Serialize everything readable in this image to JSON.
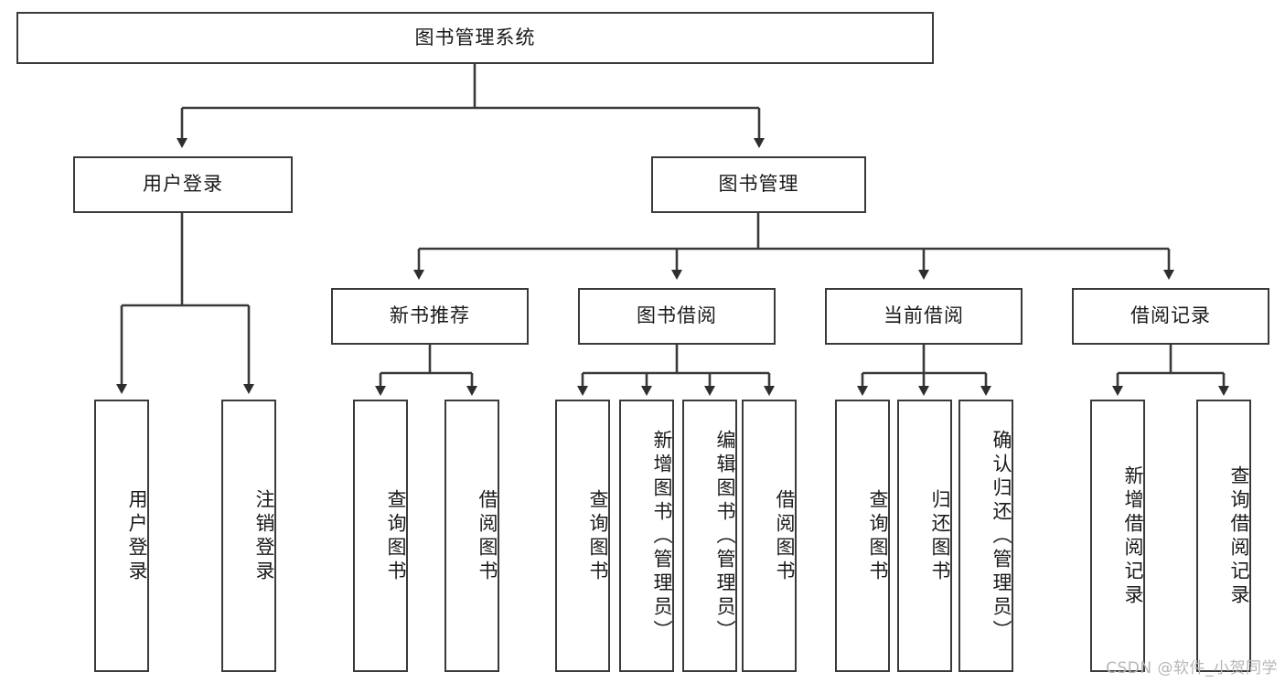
{
  "diagram": {
    "title": "图书管理系统",
    "type": "tree",
    "watermark": "CSDN @软件_小贺同学",
    "line_color": "#3a3a3a",
    "box_fill": "#ffffff",
    "text_color": "#1a1a1a"
  },
  "nodes": {
    "root": {
      "label": "图书管理系统"
    },
    "level2": [
      {
        "label": "用户登录"
      },
      {
        "label": "图书管理"
      }
    ],
    "level3": [
      {
        "label": "新书推荐"
      },
      {
        "label": "图书借阅"
      },
      {
        "label": "当前借阅"
      },
      {
        "label": "借阅记录"
      }
    ],
    "leaves": {
      "user_login": [
        {
          "label": "用户登录"
        },
        {
          "label": "注销登录"
        }
      ],
      "new_book": [
        {
          "label": "查询图书"
        },
        {
          "label": "借阅图书"
        }
      ],
      "book_borrow": [
        {
          "label": "查询图书"
        },
        {
          "label": "新增图书（管理员）"
        },
        {
          "label": "编辑图书（管理员）"
        },
        {
          "label": "借阅图书"
        }
      ],
      "current_borrow": [
        {
          "label": "查询图书"
        },
        {
          "label": "归还图书"
        },
        {
          "label": "确认归还（管理员）"
        }
      ],
      "borrow_record": [
        {
          "label": "新增借阅记录"
        },
        {
          "label": "查询借阅记录"
        }
      ]
    }
  }
}
